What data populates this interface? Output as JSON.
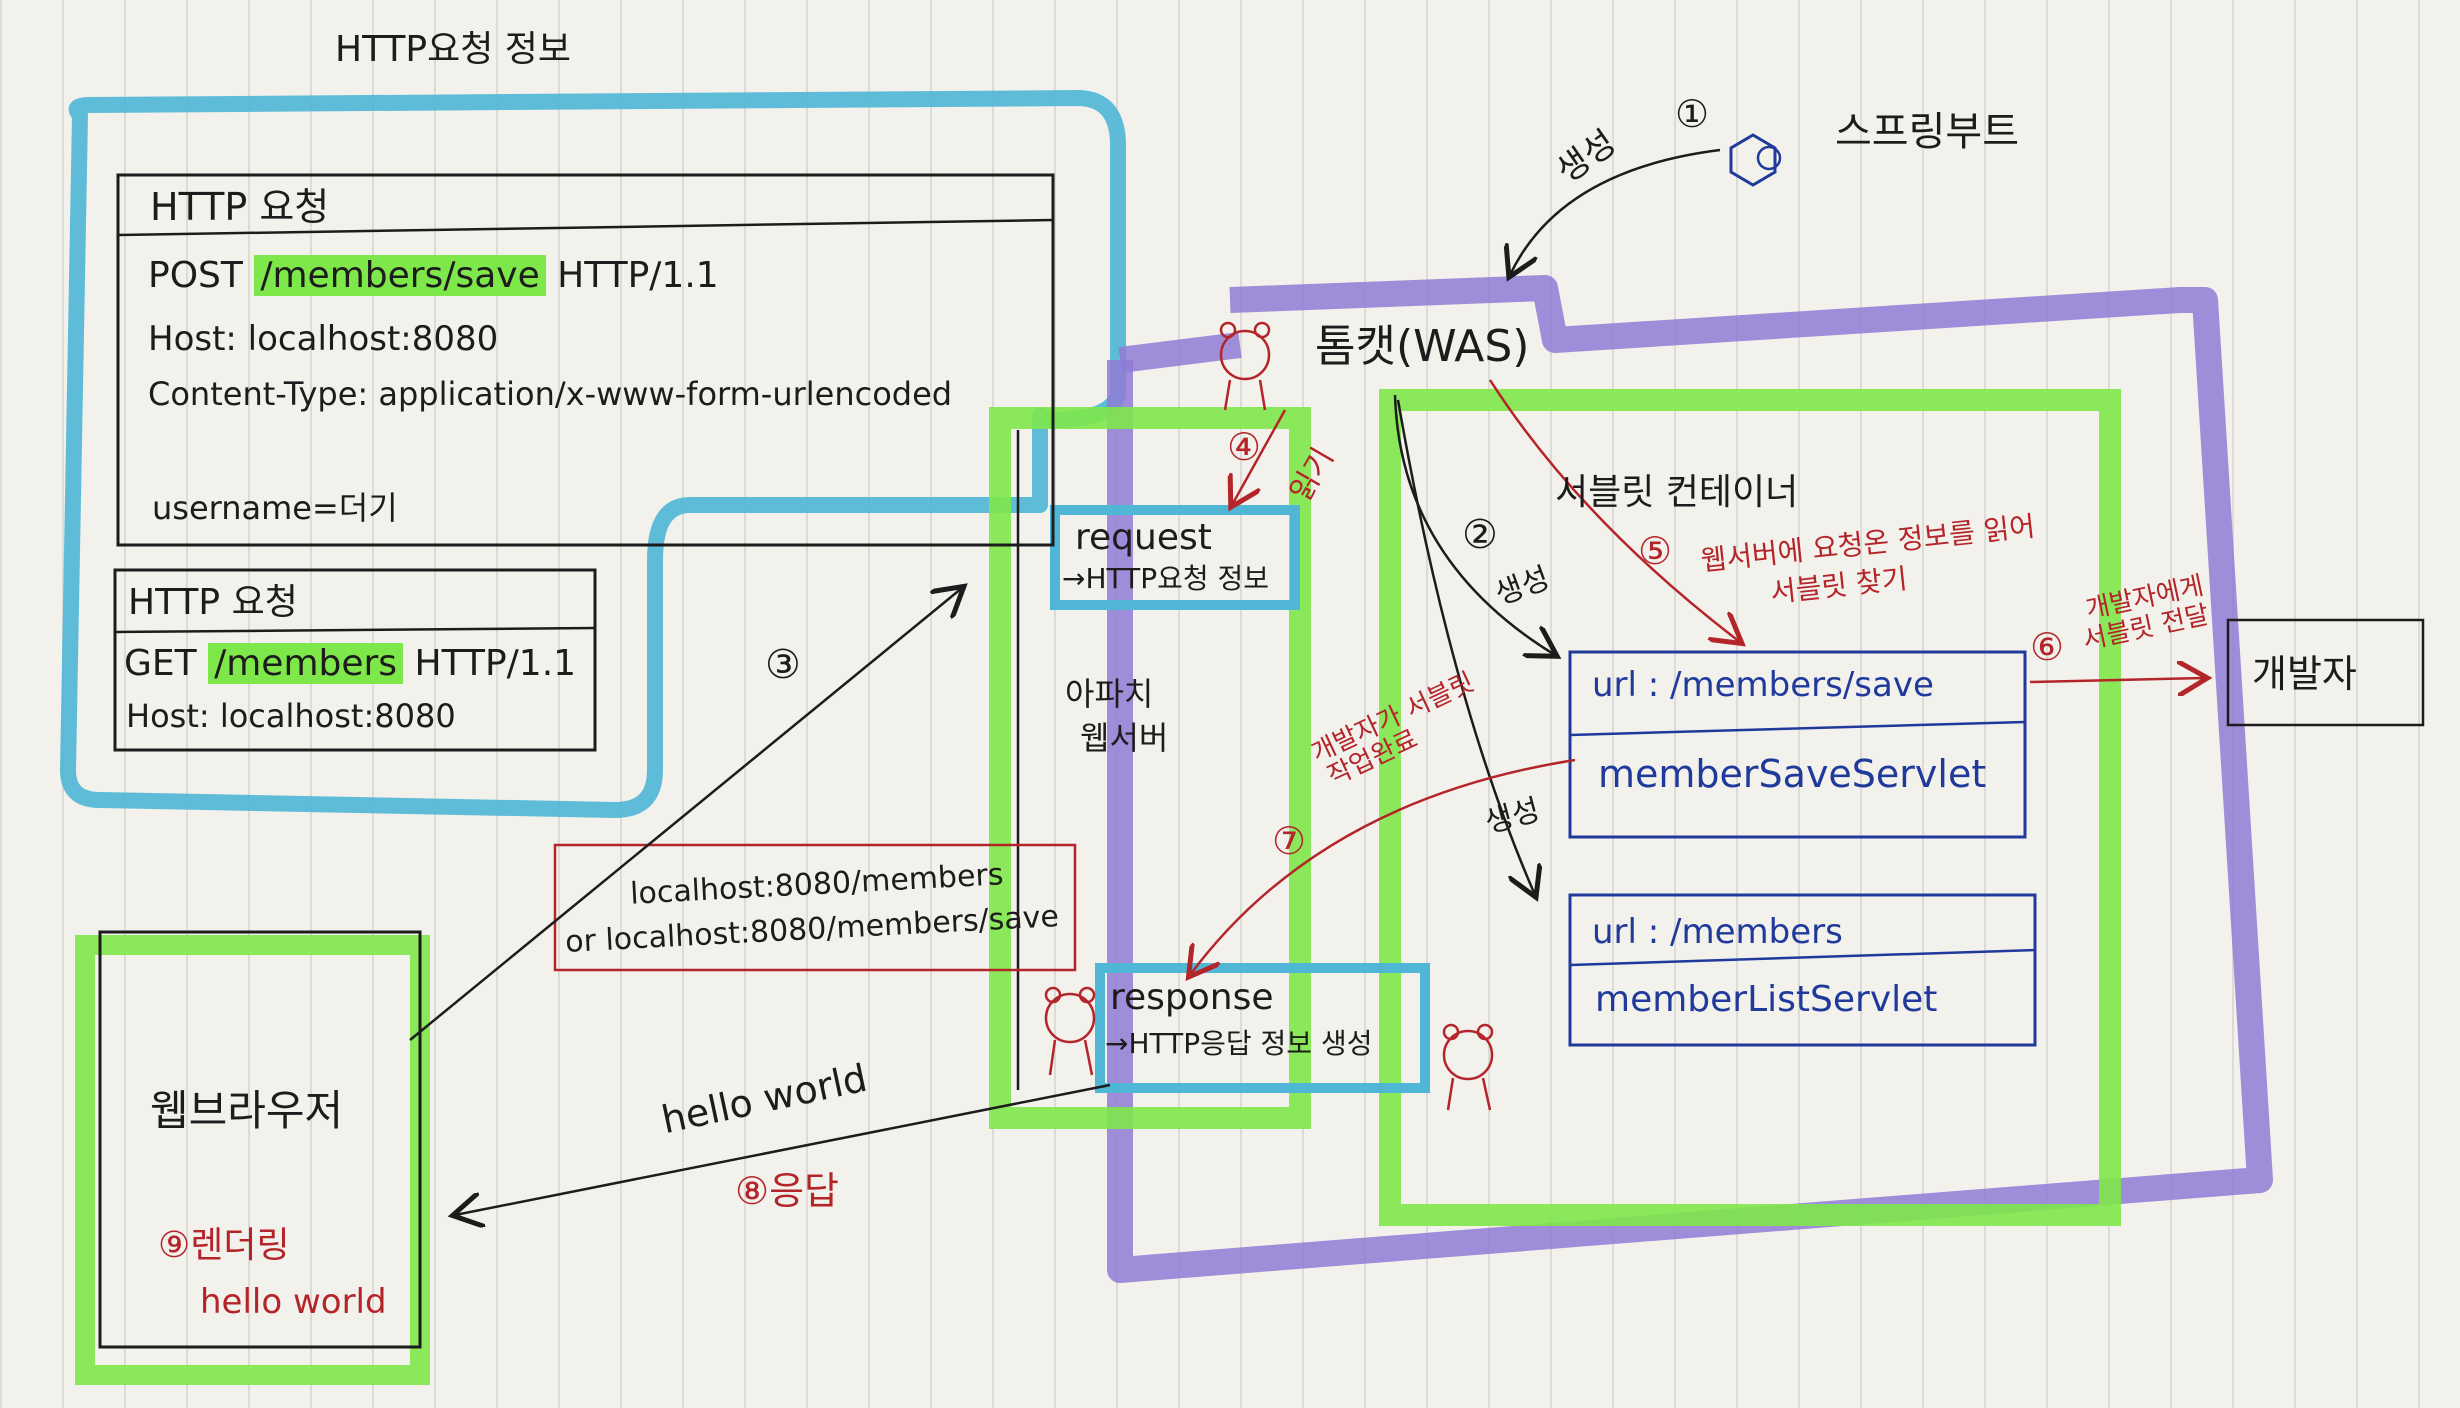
{
  "title": "HTTP요청 정보",
  "http_request_post": {
    "header": "HTTP 요청",
    "method": "POST",
    "path": "/members/save",
    "version": "HTTP/1.1",
    "host": "Host: localhost:8080",
    "content_type": "Content-Type: application/x-www-form-urlencoded",
    "body": "username=더기"
  },
  "http_request_get": {
    "header": "HTTP 요청",
    "method": "GET",
    "path": "/members",
    "version": "HTTP/1.1",
    "host": "Host: localhost:8080"
  },
  "spring_boot": {
    "label": "스프링부트",
    "step": "①",
    "action": "생성"
  },
  "tomcat": {
    "label": "톰캣(WAS)"
  },
  "apache": {
    "line1": "아파치",
    "line2": "웹서버"
  },
  "request_box": {
    "title": "request",
    "sub": "→HTTP요청 정보"
  },
  "response_box": {
    "title": "response",
    "sub": "→HTTP응답 정보 생성"
  },
  "servlet_container": {
    "label": "서블릿 컨테이너"
  },
  "servlets": [
    {
      "url": "url : /members/save",
      "name": "memberSaveServlet"
    },
    {
      "url": "url : /members",
      "name": "memberListServlet"
    }
  ],
  "developer": "개발자",
  "browser": {
    "label": "웹브라우저",
    "step9": "⑨",
    "render": "렌더링",
    "render_text": "hello world"
  },
  "url_box": {
    "line1": "localhost:8080/members",
    "line2": "or localhost:8080/members/save"
  },
  "steps": {
    "s2": "②",
    "s2_label": "생성",
    "s2b_label": "생성",
    "s3": "③",
    "s4": "④",
    "s4_label": "읽기",
    "s5": "⑤",
    "s5_label_line1": "웹서버에 요청온 정보를 읽어",
    "s5_label_line2": "서블릿 찾기",
    "s6": "⑥",
    "s6_label_line1": "개발자에게",
    "s6_label_line2": "서블릿 전달",
    "s7": "⑦",
    "s7_label_line1": "개발자가 서블릿",
    "s7_label_line2": "작업완료",
    "s8": "⑧",
    "s8_label": "응답",
    "response_text": "hello world"
  },
  "colors": {
    "cyan": "#4fb6d6",
    "purple": "#8f7bd6",
    "green": "#7ee74a",
    "red_ink": "#b4252a",
    "blue_ink": "#203a9c",
    "black_ink": "#1c1c1c"
  }
}
